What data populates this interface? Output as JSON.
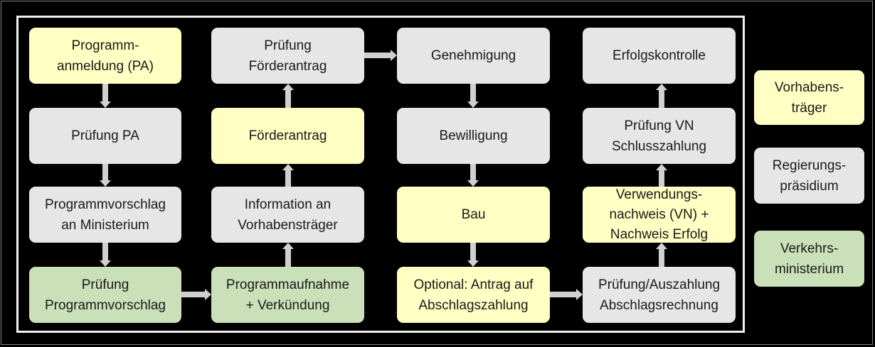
{
  "colors": {
    "vorhabenstraeger": "#ffffc4",
    "regierungspraesidium": "#e6e6e6",
    "verkehrsministerium": "#c9e0b8",
    "background": "#000000",
    "arrow": "#d0d0d0"
  },
  "boxes": {
    "programmanmeldung": "Programm-\nanmeldung (PA)",
    "pruefung_pa": "Prüfung PA",
    "programmvorschlag": "Programmvorschlag\nan Ministerium",
    "pruefung_programmvorschlag": "Prüfung\nProgrammvorschlag",
    "pruefung_foerderantrag": "Prüfung\nFörderantrag",
    "foerderantrag": "Förderantrag",
    "information": "Information an\nVorhabensträger",
    "programmaufnahme": "Programmaufnahme\n+ Verkündung",
    "genehmigung": "Genehmigung",
    "bewilligung": "Bewilligung",
    "bau": "Bau",
    "antrag_abschlag": "Optional: Antrag auf\nAbschlagszahlung",
    "erfolgskontrolle": "Erfolgskontrolle",
    "pruefung_vn": "Prüfung VN\nSchlusszahlung",
    "verwendungsnachweis": "Verwendungs-\nnachweis (VN) +\nNachweis Erfolg",
    "pruefung_auszahlung": "Prüfung/Auszahlung\nAbschlagsrechnung"
  },
  "legend": {
    "vorhabenstraeger": "Vorhabens-\nträger",
    "regierungspraesidium": "Regierungs-\npräsidium",
    "verkehrsministerium": "Verkehrs-\nministerium"
  }
}
